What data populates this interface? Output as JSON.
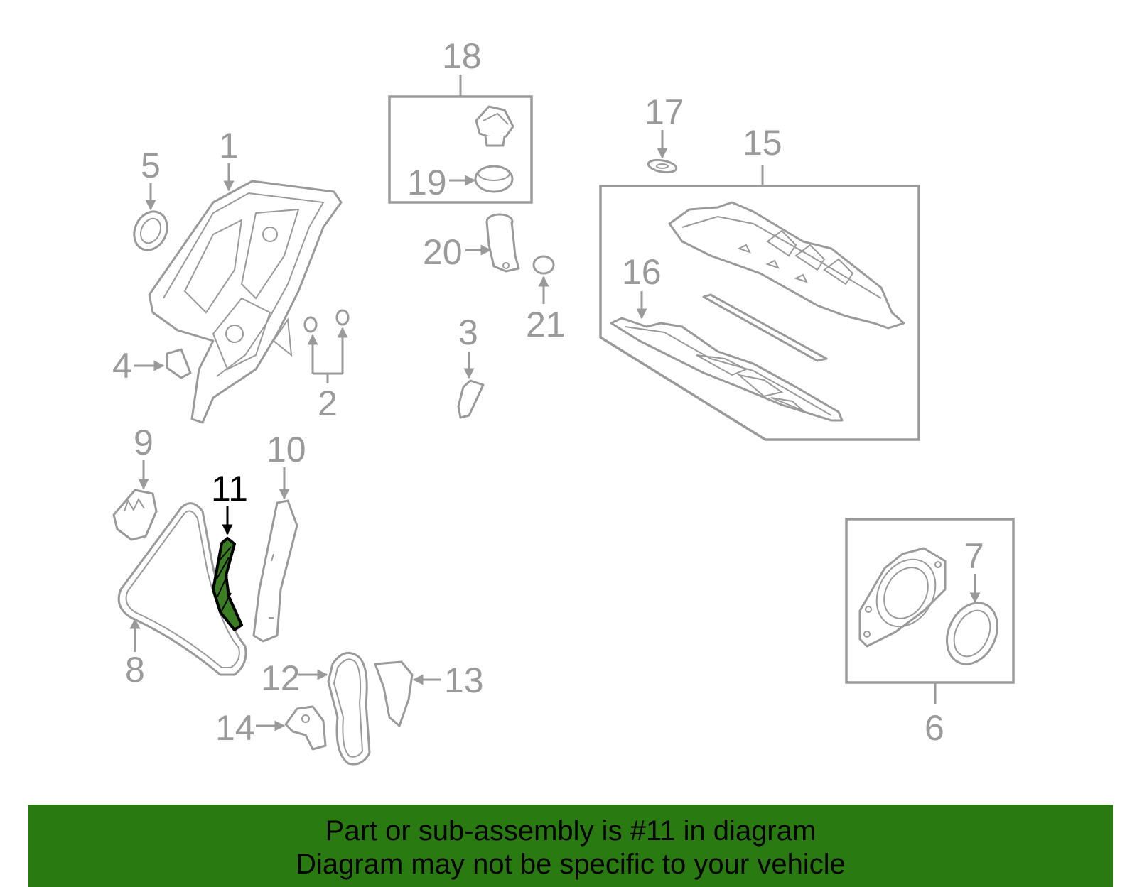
{
  "diagram": {
    "highlighted_part": "11",
    "highlight_color": "#3a7d22",
    "labels": [
      "1",
      "2",
      "3",
      "4",
      "5",
      "6",
      "7",
      "8",
      "9",
      "10",
      "11",
      "12",
      "13",
      "14",
      "15",
      "16",
      "17",
      "18",
      "19",
      "20",
      "21"
    ]
  },
  "banner": {
    "line1": "Part or sub-assembly is #11 in diagram",
    "line2": "Diagram may not be specific to your vehicle",
    "background": "#2a7a12"
  }
}
